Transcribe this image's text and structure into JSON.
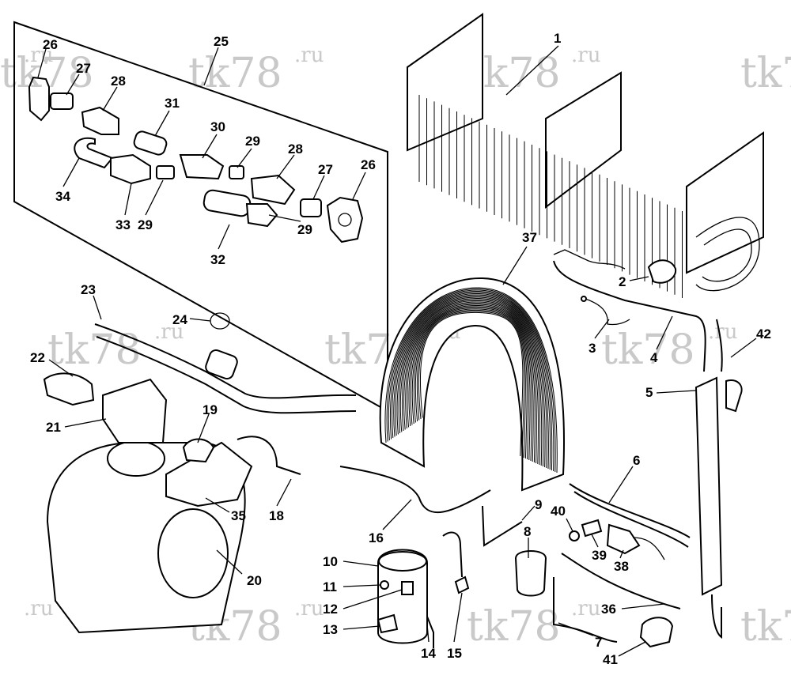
{
  "watermark": {
    "main": "tk78",
    "suffix": ".ru"
  },
  "callouts": [
    {
      "id": "c1",
      "text": "1"
    },
    {
      "id": "c2",
      "text": "2"
    },
    {
      "id": "c3",
      "text": "3"
    },
    {
      "id": "c4",
      "text": "4"
    },
    {
      "id": "c5",
      "text": "5"
    },
    {
      "id": "c6",
      "text": "6"
    },
    {
      "id": "c7",
      "text": "7"
    },
    {
      "id": "c8",
      "text": "8"
    },
    {
      "id": "c9",
      "text": "9"
    },
    {
      "id": "c10",
      "text": "10"
    },
    {
      "id": "c11",
      "text": "11"
    },
    {
      "id": "c12",
      "text": "12"
    },
    {
      "id": "c13",
      "text": "13"
    },
    {
      "id": "c14",
      "text": "14"
    },
    {
      "id": "c15",
      "text": "15"
    },
    {
      "id": "c16",
      "text": "16"
    },
    {
      "id": "c18",
      "text": "18"
    },
    {
      "id": "c19",
      "text": "19"
    },
    {
      "id": "c20",
      "text": "20"
    },
    {
      "id": "c21",
      "text": "21"
    },
    {
      "id": "c22",
      "text": "22"
    },
    {
      "id": "c23",
      "text": "23"
    },
    {
      "id": "c24",
      "text": "24"
    },
    {
      "id": "c25",
      "text": "25"
    },
    {
      "id": "c26a",
      "text": "26"
    },
    {
      "id": "c26b",
      "text": "26"
    },
    {
      "id": "c27a",
      "text": "27"
    },
    {
      "id": "c27b",
      "text": "27"
    },
    {
      "id": "c28a",
      "text": "28"
    },
    {
      "id": "c28b",
      "text": "28"
    },
    {
      "id": "c29a",
      "text": "29"
    },
    {
      "id": "c29b",
      "text": "29"
    },
    {
      "id": "c29c",
      "text": "29"
    },
    {
      "id": "c30",
      "text": "30"
    },
    {
      "id": "c31",
      "text": "31"
    },
    {
      "id": "c32",
      "text": "32"
    },
    {
      "id": "c33",
      "text": "33"
    },
    {
      "id": "c34",
      "text": "34"
    },
    {
      "id": "c35",
      "text": "35"
    },
    {
      "id": "c36",
      "text": "36"
    },
    {
      "id": "c37",
      "text": "37"
    },
    {
      "id": "c38",
      "text": "38"
    },
    {
      "id": "c39",
      "text": "39"
    },
    {
      "id": "c40",
      "text": "40"
    },
    {
      "id": "c41",
      "text": "41"
    },
    {
      "id": "c42",
      "text": "42"
    }
  ]
}
